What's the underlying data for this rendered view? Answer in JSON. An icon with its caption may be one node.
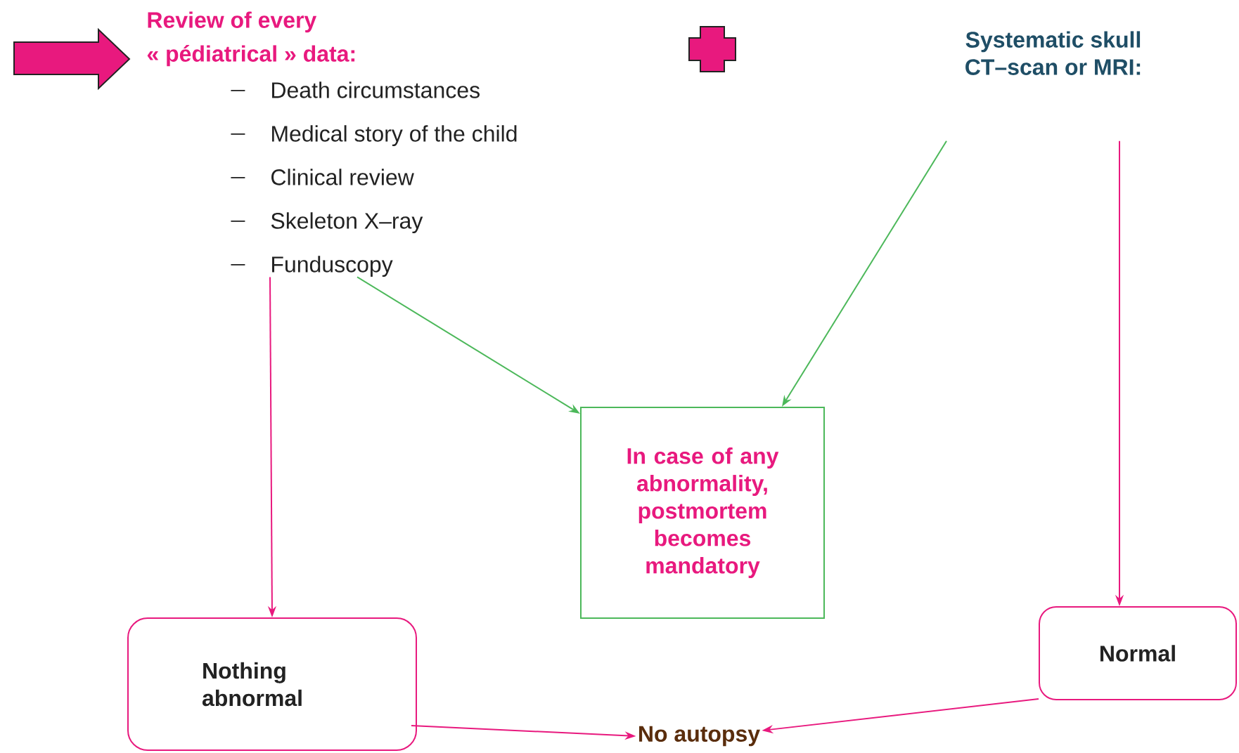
{
  "diagram": {
    "nodes": [
      {
        "text": [
          "Review of every « pédiatrical » data:",
          "Death circumstances",
          "Medical story of the child",
          "Clinical review",
          "Skeleton X–ray",
          "Funduscopy"
        ]
      },
      {
        "text": [
          "Systematic skull CT–scan or MRI:"
        ]
      },
      {
        "text": [
          "In case of any abnormality, postmortem becomes mandatory"
        ]
      },
      {
        "text": [
          "Nothing abnormal"
        ]
      },
      {
        "text": [
          "Normal"
        ]
      },
      {
        "text": [
          "No autopsy"
        ]
      }
    ],
    "edges": [
      {
        "from": 0,
        "to": 2,
        "arrow": "to",
        "color": "#4cb85a"
      },
      {
        "from": 0,
        "to": 3,
        "arrow": "to"
      },
      {
        "from": 1,
        "to": 2,
        "arrow": "to",
        "color": "#4cb85a"
      },
      {
        "from": 1,
        "to": 4,
        "arrow": "to"
      },
      {
        "from": 3,
        "to": 5,
        "arrow": "to"
      },
      {
        "from": 4,
        "to": 5,
        "arrow": "to"
      }
    ]
  }
}
